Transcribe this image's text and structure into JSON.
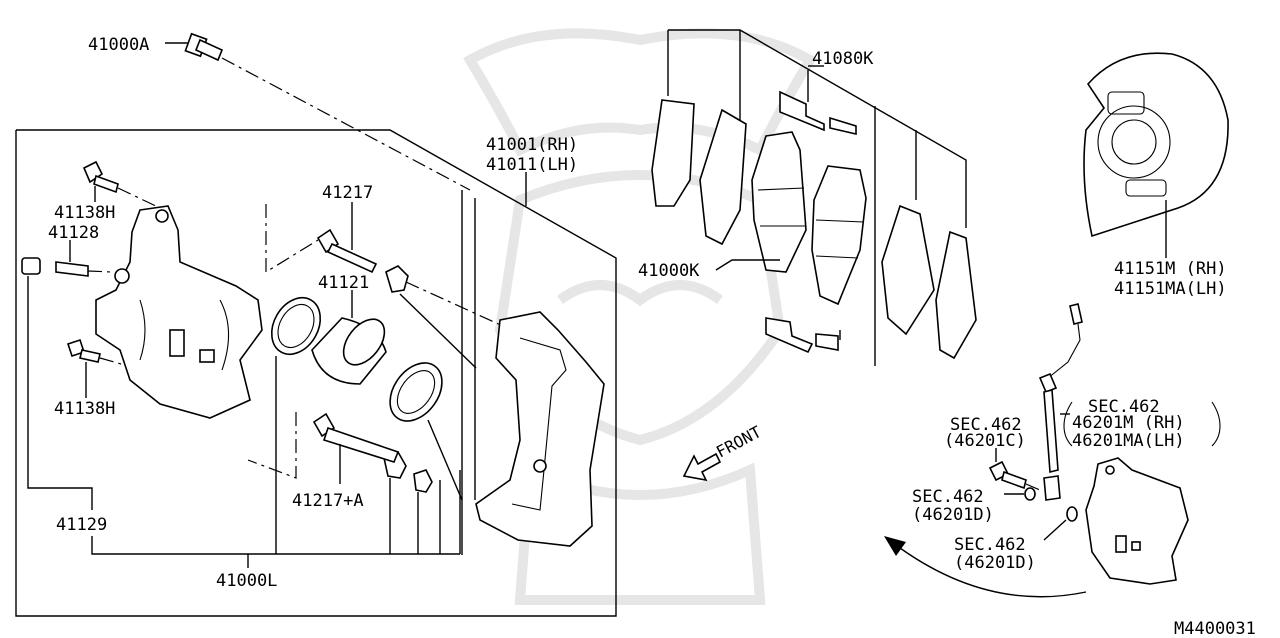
{
  "diagram_id": "M4400031",
  "front_label": "FRONT",
  "callouts": {
    "bolt_top": "41000A",
    "caliper_assy_rh": "41001(RH)",
    "caliper_assy_lh": "41011(LH)",
    "pad_kit": "41080K",
    "pad_set": "41000K",
    "baffle_rh": "41151M (RH)",
    "baffle_lh": "41151MA(LH)",
    "sec_hose_title": "SEC.462",
    "sec_hose_rh": "46201M (RH)",
    "sec_hose_lh": "46201MA(LH)",
    "sec_union_title": "SEC.462",
    "sec_union_num": "(46201C)",
    "sec_washer_title": "SEC.462",
    "sec_washer_num": "(46201D)",
    "sec_washer2_title": "SEC.462",
    "sec_washer2_num": "(46201D)",
    "bolt_upper": "41138H",
    "bleeder": "41128",
    "bolt_lower": "41138H",
    "cap": "41129",
    "pin_upper": "41217",
    "piston": "41121",
    "pin_lower": "41217+A",
    "seal_kit": "41000L"
  }
}
